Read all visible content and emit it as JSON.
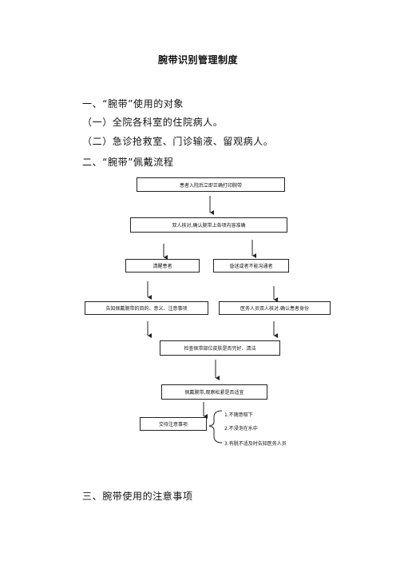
{
  "document": {
    "title": "腕带识别管理制度",
    "sections": {
      "s1_heading": "一、“腕带”使用的对象",
      "s1_item1": "（一）全院各科室的住院病人。",
      "s1_item2": "（二）急诊抢救室、门诊输液、留观病人。",
      "s2_heading": "二、“腕带”佩戴流程",
      "s3_heading": "三、腕带使用的注意事项"
    },
    "flowchart": {
      "step1": "患者入院后立即正确打印腕带",
      "step2": "双人核对,确认腕带上各项内容准确",
      "branch_left": "清醒患者",
      "branch_right": "昏迷或者不能沟通者",
      "left_action": "告知佩戴腕带的目的、意义、注意事项",
      "right_action": "医务人员双人核对,确认患者身份",
      "step3": "检查佩带部位皮肤是否完好、清洁",
      "step4": "佩戴腕带,观察松紧是否适宜",
      "step5": "交待注意事项",
      "notes": [
        "1.不随意取下",
        "2.不浸泡在水中",
        "3.有脱不适及时告知医务人员"
      ]
    }
  }
}
